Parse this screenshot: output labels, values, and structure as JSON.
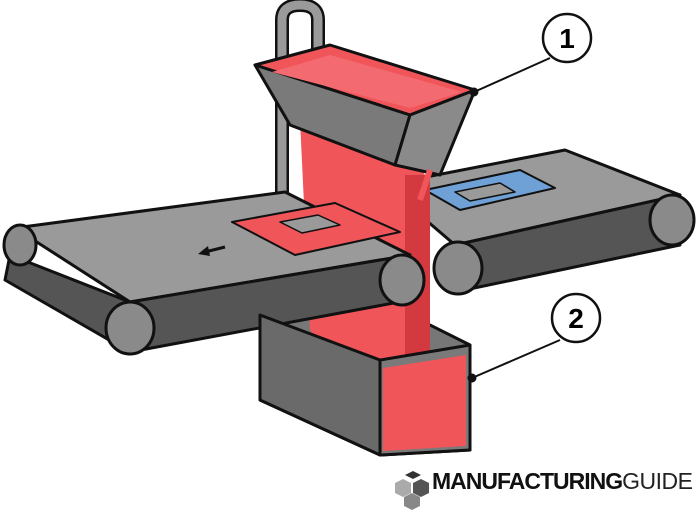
{
  "callouts": [
    {
      "number": "1"
    },
    {
      "number": "2"
    }
  ],
  "logo": {
    "bold": "MANUFACTURING",
    "light": "GUIDE"
  },
  "colors": {
    "molten": "#f0555a",
    "metal": "#8a8a8a",
    "part_blue": "#6fa0d6",
    "outline": "#111111"
  },
  "icons": [
    "arrow-left-icon",
    "logo-cubes-icon"
  ]
}
